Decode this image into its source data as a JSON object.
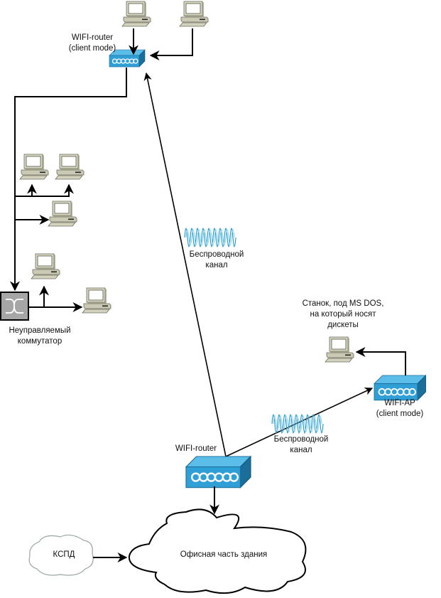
{
  "diagram": {
    "title": "",
    "colors": {
      "line": "#000000",
      "router_fill": "#2f9fd6",
      "router_side": "#1b6e99",
      "router_top": "#5bbde8",
      "pc_body": "#c9c9b4",
      "pc_dark": "#8a8a76",
      "switch_fill": "#a6a6a6",
      "cloud_outline": "#000000",
      "kspd_outline": "#9aa6a6",
      "wave_color": "#2a9fd0"
    },
    "nodes": {
      "top_router": {
        "label_line1": "WIFI-router",
        "label_line2": "(client mode)",
        "icon": "wifi-router-icon"
      },
      "switch": {
        "label_line1": "Неуправляемый",
        "label_line2": "коммутатор",
        "icon": "switch-icon"
      },
      "main_router": {
        "label": "WIFI-router",
        "icon": "wifi-router-icon"
      },
      "ap": {
        "label_line1": "WIFI-AP",
        "label_line2": "(client mode)",
        "icon": "wifi-router-icon"
      },
      "machine": {
        "label_line1": "Станок, под MS DOS,",
        "label_line2": "на который носят",
        "label_line3": "дискеты",
        "icon": "pc-icon"
      },
      "office_cloud": {
        "label": "Офисная часть здания",
        "icon": "cloud-icon"
      },
      "kspd_cloud": {
        "label": "КСПД",
        "icon": "cloud-icon"
      }
    },
    "wireless_links": [
      {
        "label_line1": "Беспроводной",
        "label_line2": "канал"
      },
      {
        "label_line1": "Беспроводной",
        "label_line2": "канал"
      }
    ],
    "pc_count": 8
  }
}
